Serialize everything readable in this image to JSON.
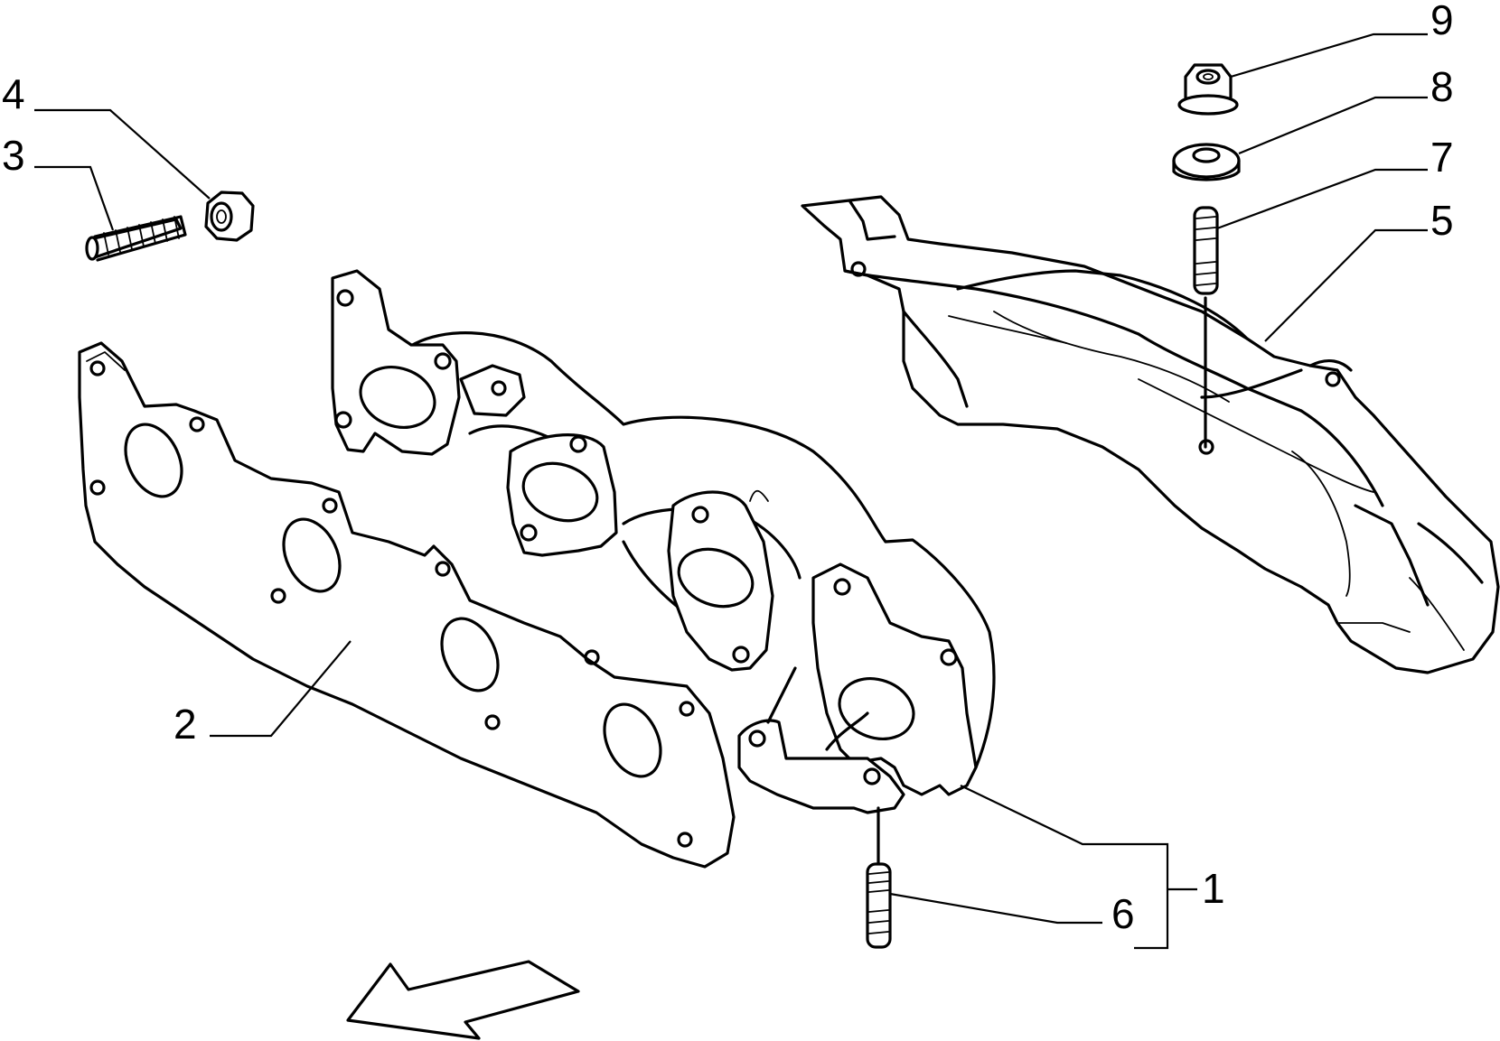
{
  "diagram": {
    "part_callouts": [
      {
        "id": "1",
        "label": "1",
        "part": "exhaust-manifold-assembly"
      },
      {
        "id": "2",
        "label": "2",
        "part": "manifold-gasket"
      },
      {
        "id": "3",
        "label": "3",
        "part": "stud"
      },
      {
        "id": "4",
        "label": "4",
        "part": "nut"
      },
      {
        "id": "5",
        "label": "5",
        "part": "heat-shield"
      },
      {
        "id": "6",
        "label": "6",
        "part": "stud"
      },
      {
        "id": "7",
        "label": "7",
        "part": "stud"
      },
      {
        "id": "8",
        "label": "8",
        "part": "washer"
      },
      {
        "id": "9",
        "label": "9",
        "part": "flange-nut"
      }
    ],
    "colors": {
      "line": "#000000",
      "background": "#ffffff"
    },
    "icons": [
      "direction-arrow-icon"
    ]
  }
}
